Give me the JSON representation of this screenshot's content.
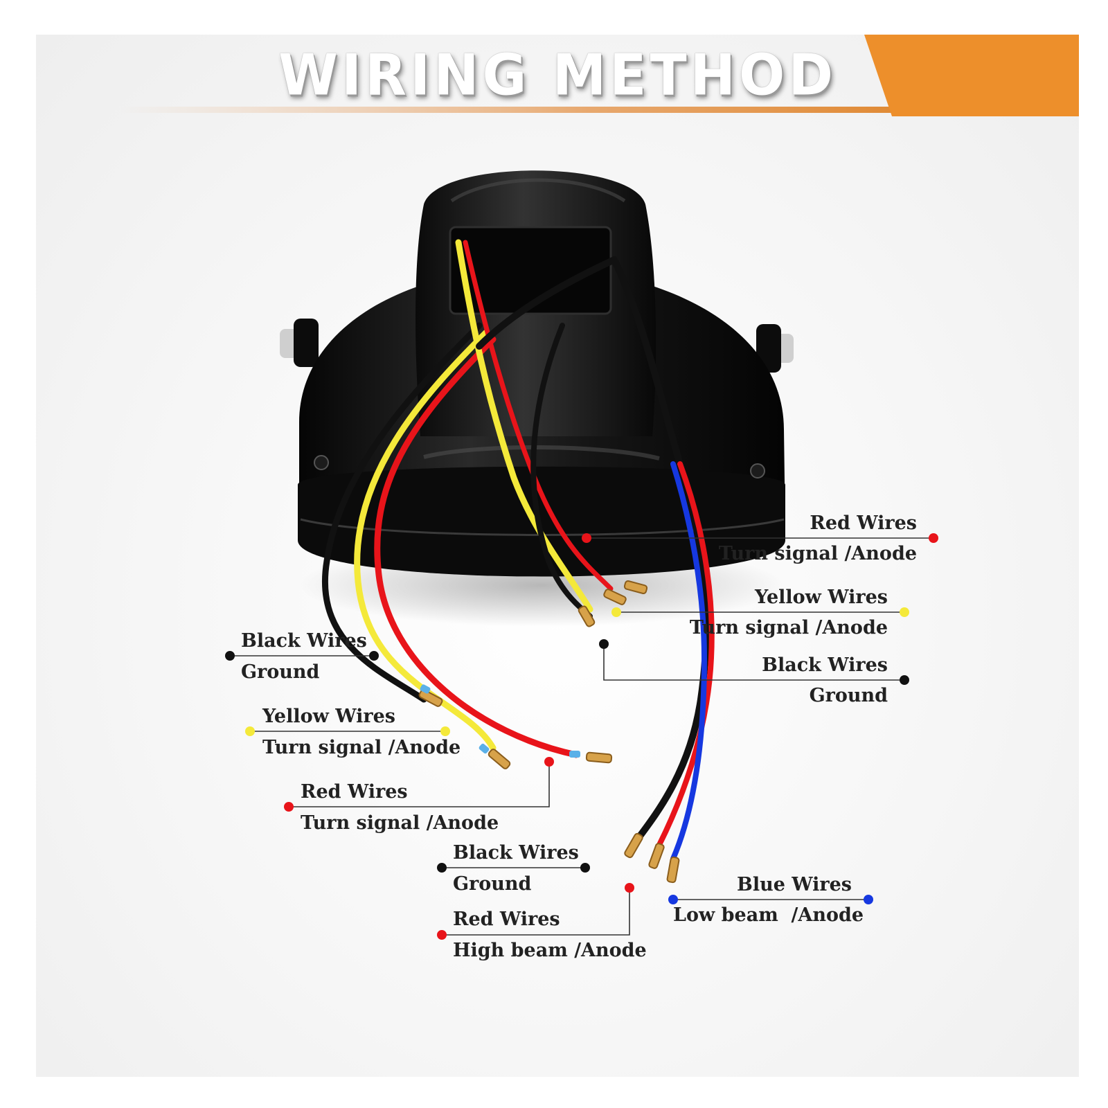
{
  "title": "WIRING METHOD",
  "colors": {
    "accent_orange": "#ED8F2B",
    "red": "#E8141A",
    "yellow": "#F4E93A",
    "black": "#111111",
    "blue": "#1638E0"
  },
  "labels": {
    "right_red": {
      "name": "Red Wires",
      "function": "Turn signal /Anode"
    },
    "right_yellow": {
      "name": "Yellow Wires",
      "function": "Turn signal /Anode"
    },
    "right_black": {
      "name": "Black Wires",
      "function": "Ground"
    },
    "left_black": {
      "name": "Black Wires",
      "function": "Ground"
    },
    "left_yellow": {
      "name": "Yellow Wires",
      "function": "Turn signal /Anode"
    },
    "left_red": {
      "name": "Red Wires",
      "function": "Turn signal /Anode"
    },
    "bottom_black": {
      "name": "Black Wires",
      "function": "Ground"
    },
    "bottom_red": {
      "name": "Red Wires",
      "function": "High beam /Anode"
    },
    "bottom_blue": {
      "name": "Blue Wires",
      "function": "Low beam  /Anode"
    }
  }
}
